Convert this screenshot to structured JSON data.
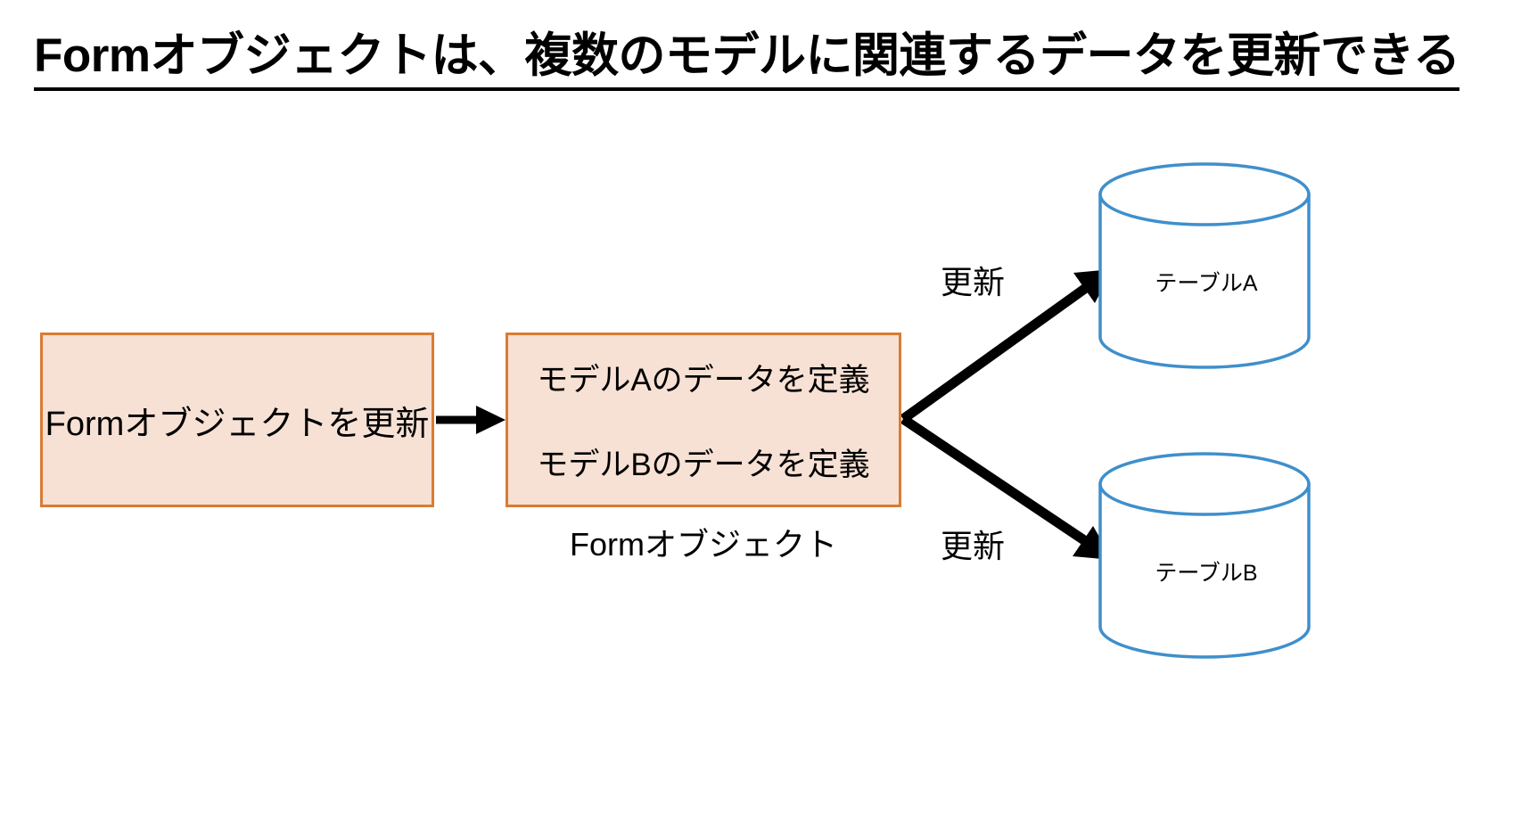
{
  "slide": {
    "title": "Formオブジェクトは、複数のモデルに関連するデータを更新できる",
    "background_color": "#FFFFFF"
  },
  "colors": {
    "box_fill": "#F7E1D5",
    "box_border": "#D97B34",
    "cylinder_stroke": "#3F8FCB",
    "cylinder_fill": "#FFFFFF",
    "arrow": "#000000",
    "text": "#000000"
  },
  "boxes": [
    {
      "id": "box-left",
      "name": "form-object-update-box",
      "lines": [
        "Formオブジェクトを更新"
      ]
    },
    {
      "id": "box-mid",
      "name": "form-object-definition-box",
      "lines": [
        "モデルAのデータを定義",
        "モデルBのデータを定義"
      ],
      "caption": "Formオブジェクト"
    }
  ],
  "cylinders": [
    {
      "id": "cylinder-a",
      "name": "table-a-cylinder",
      "label": "テーブルA"
    },
    {
      "id": "cylinder-b",
      "name": "table-b-cylinder",
      "label": "テーブルB"
    }
  ],
  "edges": [
    {
      "id": "edge-left-to-mid",
      "label": ""
    },
    {
      "id": "edge-mid-to-table-a",
      "label": "更新"
    },
    {
      "id": "edge-mid-to-table-b",
      "label": "更新"
    }
  ],
  "labels": {
    "update_a": "更新",
    "update_b": "更新",
    "table_a": "テーブルA",
    "table_b": "テーブルB",
    "form_object_caption": "Formオブジェクト"
  }
}
